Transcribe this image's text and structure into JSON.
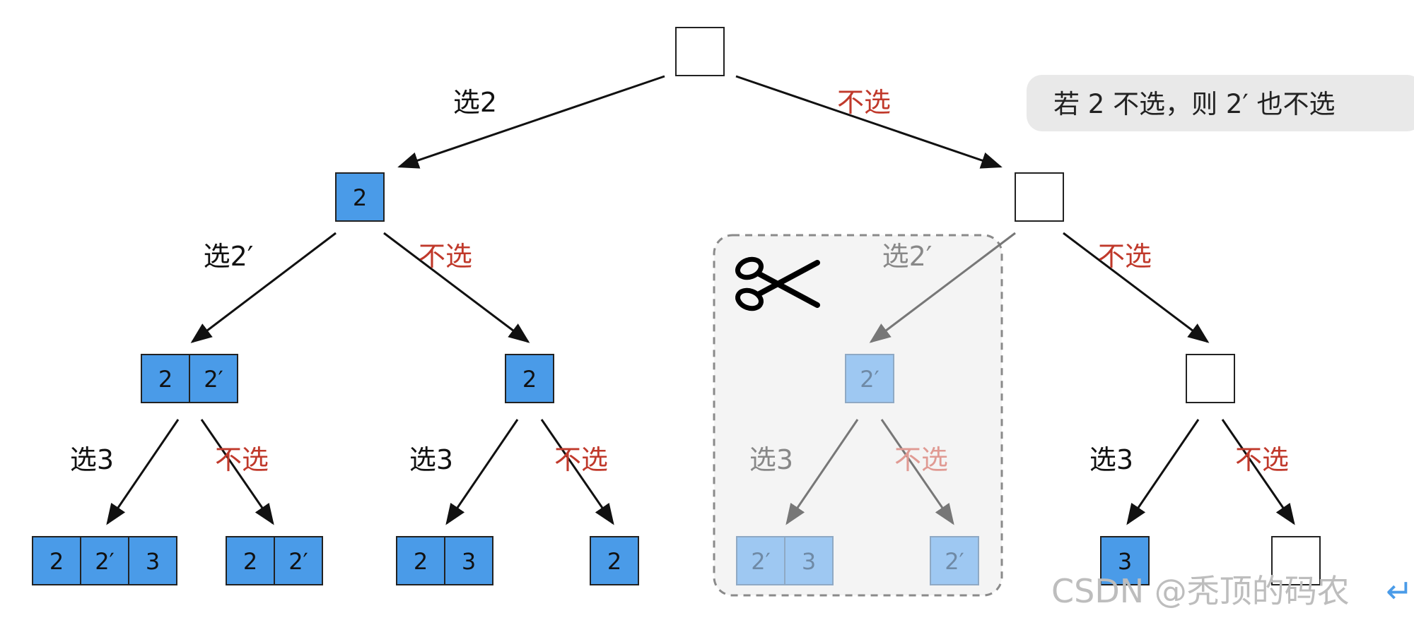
{
  "colors": {
    "node_fill": "#4a9be8",
    "node_fill_pruned": "#9ec8f2",
    "node_stroke": "#222222",
    "empty_fill": "#ffffff",
    "label_black": "#111111",
    "label_red": "#c0392b",
    "pruned_label": "#888888",
    "pruned_red": "#e09a93",
    "pruned_region_bg": "#f4f4f4",
    "note_bg": "#e9e9e9",
    "watermark": "#bbbbbb"
  },
  "note": {
    "text": "若 2 不选，则 2′ 也不选"
  },
  "watermark": {
    "text": "CSDN @秃顶的码农"
  },
  "scissors_icon": "scissors-icon",
  "nodes": [
    {
      "id": "root",
      "cells": []
    },
    {
      "id": "n-2",
      "cells": [
        "2"
      ]
    },
    {
      "id": "n-empty-1",
      "cells": []
    },
    {
      "id": "n-2-2p",
      "cells": [
        "2",
        "2′"
      ]
    },
    {
      "id": "n-2-b",
      "cells": [
        "2"
      ]
    },
    {
      "id": "n-2p-pruned",
      "cells": [
        "2′"
      ],
      "pruned": true
    },
    {
      "id": "n-empty-2",
      "cells": []
    },
    {
      "id": "leaf-2-2p-3",
      "cells": [
        "2",
        "2′",
        "3"
      ]
    },
    {
      "id": "leaf-2-2p",
      "cells": [
        "2",
        "2′"
      ]
    },
    {
      "id": "leaf-2-3",
      "cells": [
        "2",
        "3"
      ]
    },
    {
      "id": "leaf-2",
      "cells": [
        "2"
      ]
    },
    {
      "id": "leaf-2p-3-pruned",
      "cells": [
        "2′",
        "3"
      ],
      "pruned": true
    },
    {
      "id": "leaf-2p-pruned",
      "cells": [
        "2′"
      ],
      "pruned": true
    },
    {
      "id": "leaf-3",
      "cells": [
        "3"
      ]
    },
    {
      "id": "leaf-empty",
      "cells": []
    }
  ],
  "edges": [
    {
      "from": "root",
      "to": "n-2",
      "label": "选2",
      "kind": "select"
    },
    {
      "from": "root",
      "to": "n-empty-1",
      "label": "不选",
      "kind": "skip"
    },
    {
      "from": "n-2",
      "to": "n-2-2p",
      "label": "选2′",
      "kind": "select"
    },
    {
      "from": "n-2",
      "to": "n-2-b",
      "label": "不选",
      "kind": "skip"
    },
    {
      "from": "n-empty-1",
      "to": "n-2p-pruned",
      "label": "选2′",
      "kind": "select",
      "pruned": true
    },
    {
      "from": "n-empty-1",
      "to": "n-empty-2",
      "label": "不选",
      "kind": "skip"
    },
    {
      "from": "n-2-2p",
      "to": "leaf-2-2p-3",
      "label": "选3",
      "kind": "select"
    },
    {
      "from": "n-2-2p",
      "to": "leaf-2-2p",
      "label": "不选",
      "kind": "skip"
    },
    {
      "from": "n-2-b",
      "to": "leaf-2-3",
      "label": "选3",
      "kind": "select"
    },
    {
      "from": "n-2-b",
      "to": "leaf-2",
      "label": "不选",
      "kind": "skip"
    },
    {
      "from": "n-2p-pruned",
      "to": "leaf-2p-3-pruned",
      "label": "选3",
      "kind": "select",
      "pruned": true
    },
    {
      "from": "n-2p-pruned",
      "to": "leaf-2p-pruned",
      "label": "不选",
      "kind": "skip",
      "pruned": true
    },
    {
      "from": "n-empty-2",
      "to": "leaf-3",
      "label": "选3",
      "kind": "select"
    },
    {
      "from": "n-empty-2",
      "to": "leaf-empty",
      "label": "不选",
      "kind": "skip"
    }
  ]
}
